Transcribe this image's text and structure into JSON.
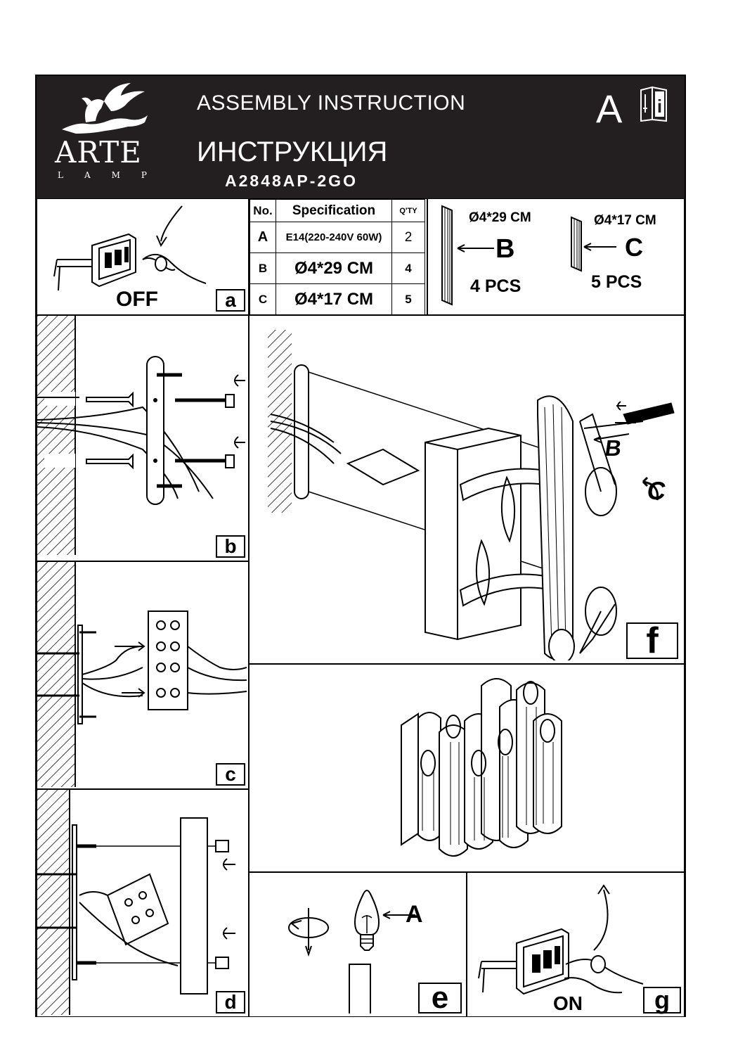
{
  "header": {
    "brand": "ARTE",
    "brand_sub": "LAMP",
    "title_en": "ASSEMBLY  INSTRUCTION",
    "title_ru": "ИНСТРУКЦИЯ",
    "model": "A2848AP-2GO",
    "sheet_letter": "A",
    "info_icon": "manual-info-icon"
  },
  "spec_table": {
    "headers": [
      "No.",
      "Specification",
      "Q'TY"
    ],
    "rows": [
      {
        "no": "A",
        "spec": "E14(220-240V 60W)",
        "qty": "2"
      },
      {
        "no": "B",
        "spec": "Ø4*29 CM",
        "qty": "4"
      },
      {
        "no": "C",
        "spec": "Ø4*17 CM",
        "qty": "5"
      }
    ]
  },
  "parts": {
    "b": {
      "size": "Ø4*29 CM",
      "letter": "B",
      "count": "4  PCS"
    },
    "c": {
      "size": "Ø4*17 CM",
      "letter": "C",
      "count": "5  PCS"
    }
  },
  "steps": {
    "a": {
      "tag": "a",
      "label": "OFF"
    },
    "b": {
      "tag": "b"
    },
    "c": {
      "tag": "c"
    },
    "d": {
      "tag": "d"
    },
    "e": {
      "tag": "e",
      "bulb_label": "A"
    },
    "f": {
      "tag": "f",
      "tube_b": "B",
      "tube_c": "C"
    },
    "g": {
      "tag": "g",
      "label": "ON"
    }
  }
}
